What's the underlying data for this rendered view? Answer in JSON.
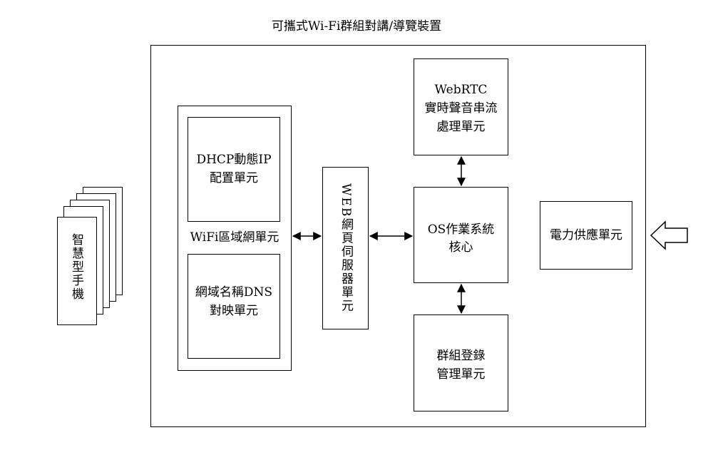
{
  "title": "可攜式Wi-Fi群組對講/導覽裝置",
  "phone": {
    "label": "智慧型手機"
  },
  "wifi_lan": {
    "label": "WiFi區域網單元"
  },
  "dhcp": {
    "line1": "DHCP動態IP",
    "line2": "配置單元"
  },
  "dns": {
    "line1": "網域名稱DNS",
    "line2": "對映單元"
  },
  "web_server": {
    "label": "WEB網頁伺服器單元"
  },
  "webrtc": {
    "line1": "WebRTC",
    "line2": "實時聲音串流",
    "line3": "處理單元"
  },
  "os_core": {
    "line1": "OS作業系統",
    "line2": "核心"
  },
  "group_login": {
    "line1": "群組登錄",
    "line2": "管理單元"
  },
  "power": {
    "label": "電力供應單元"
  }
}
